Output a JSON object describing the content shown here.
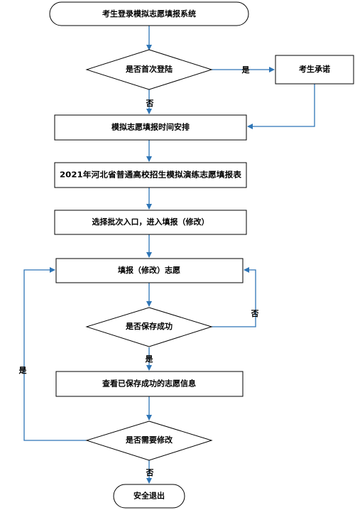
{
  "flowchart": {
    "nodes": {
      "start": "考生登录模拟志愿填报系统",
      "first_login": "是否首次登陆",
      "pledge": "考生承诺",
      "schedule": "模拟志愿填报时间安排",
      "form_table": "2021年河北省普通高校招生模拟演练志愿填报表",
      "select_batch": "选择批次入口，进入填报（修改）",
      "fill": "填报（修改）志愿",
      "saved_ok": "是否保存成功",
      "view_saved": "查看已保存成功的志愿信息",
      "need_modify": "是否需要修改",
      "exit": "安全退出"
    },
    "edge_labels": {
      "first_login_yes": "是",
      "first_login_no": "否",
      "saved_no": "否",
      "saved_yes": "是",
      "modify_yes": "是",
      "modify_no": "否"
    },
    "colors": {
      "arrow": "#2E75B6",
      "border": "#000000",
      "fill": "#FFFFFF"
    }
  }
}
